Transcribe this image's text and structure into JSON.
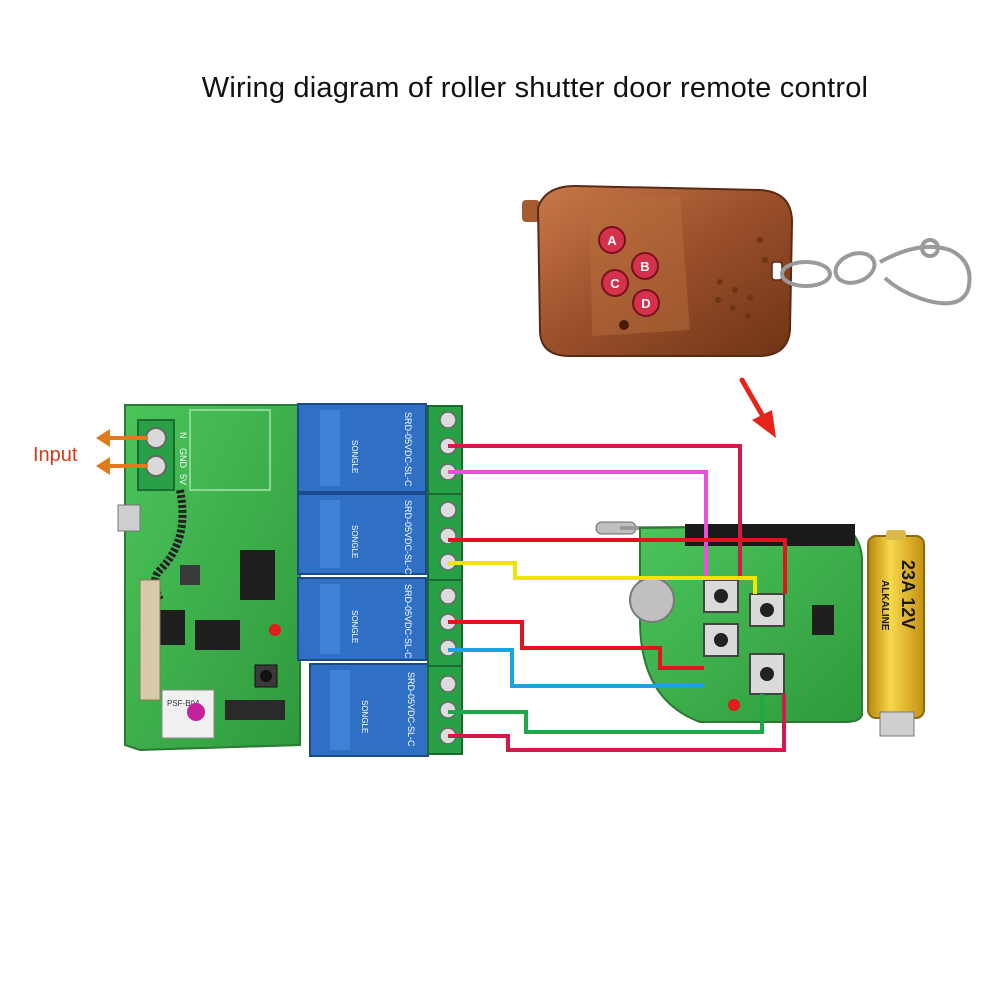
{
  "title": "Wiring diagram of roller shutter door remote control",
  "input_label": "Input",
  "receiver_board": {
    "terminal_labels": [
      "N",
      "GND",
      "5V"
    ],
    "relay_text": [
      "SRD-05VDC-SL-C",
      "SONGLE"
    ],
    "module_text": "PSF-B04"
  },
  "remote": {
    "buttons": [
      "A",
      "B",
      "C",
      "D"
    ]
  },
  "transmitter_board": {
    "battery_text": [
      "23A 12V",
      "ALKALINE"
    ]
  },
  "colors": {
    "crimson": "#d11b4b",
    "magenta": "#ec4ee0",
    "red": "#e0131f",
    "yellow": "#f2e600",
    "blue": "#1aa3e0",
    "green": "#1ea84a",
    "pcb_green": "#3cb54a",
    "relay_blue": "#2f6fc4",
    "arrow_orange": "#e07a1c",
    "arrow_red": "#e8231a"
  }
}
